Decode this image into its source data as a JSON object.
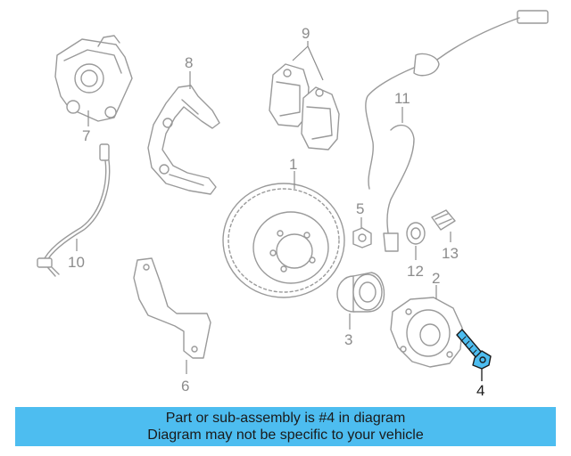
{
  "diagram": {
    "highlight_color": "#4dbdf0",
    "highlighted_part": "4",
    "callouts": [
      "1",
      "2",
      "3",
      "4",
      "5",
      "6",
      "7",
      "8",
      "9",
      "10",
      "11",
      "12",
      "13"
    ]
  },
  "banner": {
    "background": "#4dbdf0",
    "line1": "Part or sub-assembly is #4 in diagram",
    "line2": "Diagram may not be specific to your vehicle"
  }
}
